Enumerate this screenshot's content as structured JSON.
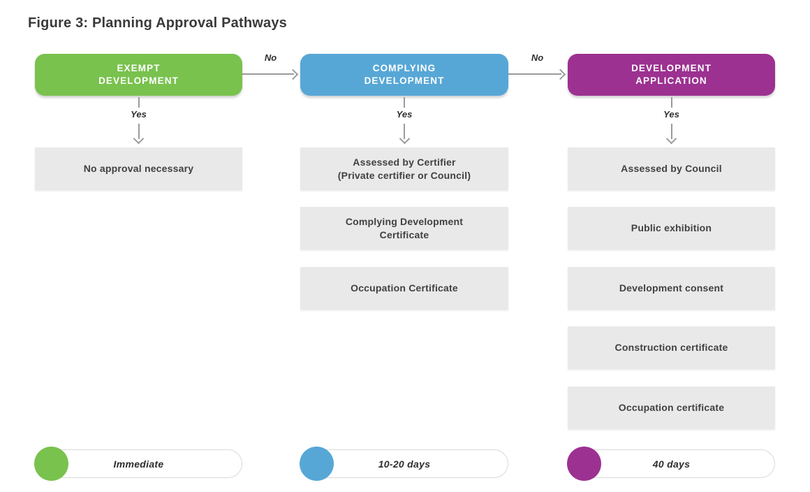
{
  "title": "Figure 3: Planning Approval Pathways",
  "labels": {
    "yes": "Yes",
    "no": "No"
  },
  "colors": {
    "exempt_green": "#79c24e",
    "complying_blue": "#57a7d6",
    "application_purple": "#9c3191",
    "step_gray": "#e9e9e9",
    "arrow_gray": "#9b9b9b"
  },
  "columns": [
    {
      "header": {
        "line1": "EXEMPT",
        "line2": "DEVELOPMENT"
      },
      "steps": [
        {
          "line1": "No approval necessary",
          "line2": ""
        }
      ],
      "timeline": "Immediate"
    },
    {
      "header": {
        "line1": "COMPLYING",
        "line2": "DEVELOPMENT"
      },
      "steps": [
        {
          "line1": "Assessed by Certifier",
          "line2": "(Private certifier or Council)"
        },
        {
          "line1": "Complying Development",
          "line2": "Certificate"
        },
        {
          "line1": "Occupation Certificate",
          "line2": ""
        }
      ],
      "timeline": "10-20 days"
    },
    {
      "header": {
        "line1": "DEVELOPMENT",
        "line2": "APPLICATION"
      },
      "steps": [
        {
          "line1": "Assessed by Council",
          "line2": ""
        },
        {
          "line1": "Public exhibition",
          "line2": ""
        },
        {
          "line1": "Development consent",
          "line2": ""
        },
        {
          "line1": "Construction certificate",
          "line2": ""
        },
        {
          "line1": "Occupation certificate",
          "line2": ""
        }
      ],
      "timeline": "40 days"
    }
  ]
}
